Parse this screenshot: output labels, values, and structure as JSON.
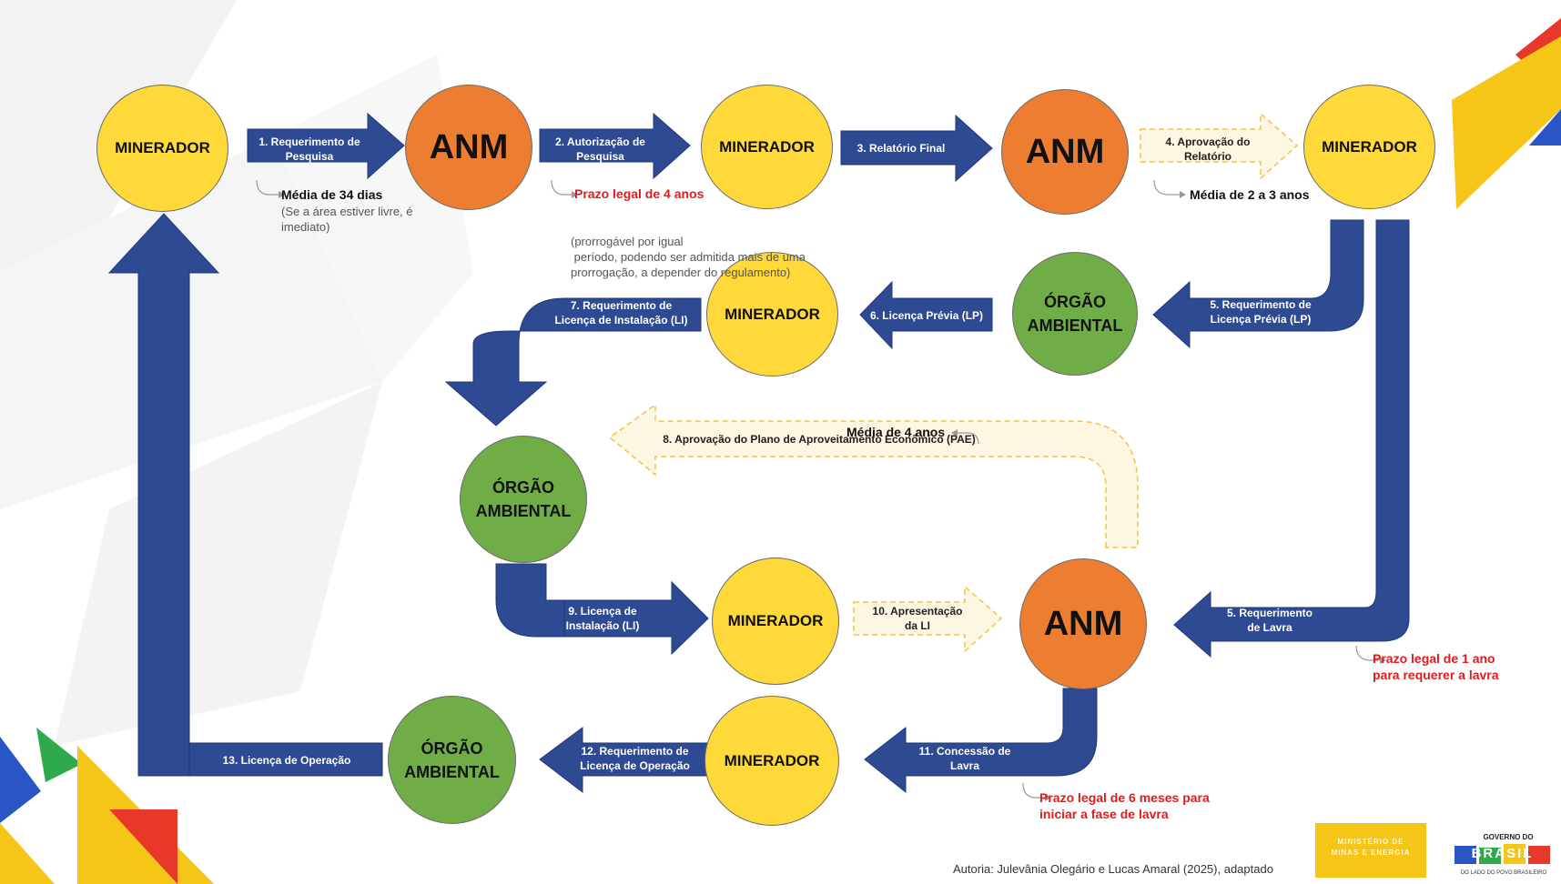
{
  "nodes": {
    "minerador_1": "MINERADOR",
    "anm_1": "ANM",
    "minerador_2": "MINERADOR",
    "anm_2": "ANM",
    "minerador_3": "MINERADOR",
    "orgao_1": [
      "ÓRGÃO",
      "AMBIENTAL"
    ],
    "minerador_4": "MINERADOR",
    "orgao_2": [
      "ÓRGÃO",
      "AMBIENTAL"
    ],
    "minerador_5": "MINERADOR",
    "anm_3": "ANM",
    "orgao_3": [
      "ÓRGÃO",
      "AMBIENTAL"
    ],
    "minerador_6": "MINERADOR"
  },
  "steps": {
    "s1": [
      "1. Requerimento de",
      "Pesquisa"
    ],
    "s2": [
      "2. Autorização de",
      "Pesquisa"
    ],
    "s3": "3. Relatório Final",
    "s4": [
      "4. Aprovação do",
      "Relatório"
    ],
    "s5a": [
      "5. Requerimento de",
      "Licença Prévia (LP)"
    ],
    "s6": "6. Licença Prévia (LP)",
    "s7": [
      "7. Requerimento de",
      "Licença de Instalação (LI)"
    ],
    "s8": "8. Aprovação do Plano de Aproveitamento Econômico (PAE)",
    "s5b": [
      "5. Requerimento",
      "de Lavra"
    ],
    "s9": [
      "9. Licença de",
      "Instalação (LI)"
    ],
    "s10": [
      "10. Apresentação",
      "da LI"
    ],
    "s11": [
      "11. Concessão de",
      "Lavra"
    ],
    "s12": [
      "12. Requerimento de",
      "Licença de Operação"
    ],
    "s13": "13. Licença de Operação"
  },
  "notes": {
    "media_34": "Média de 34 dias",
    "media_34_detail": [
      "(Se a área estiver livre, é",
      "imediato)"
    ],
    "prazo_4": "Prazo legal de 4 anos",
    "prazo_4_detail": [
      "(prorrogável por igual",
      " período, podendo ser admitida mais de uma",
      "prorrogação, a depender do regulamento)"
    ],
    "media_2_3": "Média de 2 a 3 anos",
    "media_4": "Média de 4 anos",
    "prazo_1_ano": [
      "Prazo legal de 1 ano",
      "para requerer a lavra"
    ],
    "prazo_6_meses": [
      "Prazo legal de 6 meses para",
      "iniciar a fase de lavra"
    ]
  },
  "footer": {
    "credit": "Autoria: Julevânia Olegário e Lucas Amaral (2025), adaptado",
    "ministry": [
      "MINISTÉRIO DE",
      "MINAS E ENERGIA"
    ],
    "gov_top": "GOVERNO DO",
    "gov_brasil": "BRASIL",
    "gov_bottom": "DO LADO DO POVO BRASILEIRO"
  },
  "colors": {
    "arrow_blue": "#2e4a93",
    "dashed_fill": "#fdf6e3",
    "dashed_stroke": "#f5c242",
    "yellow": "#ffd83a",
    "orange": "#ed7d31",
    "green": "#70ad47",
    "red_text": "#e11b1b"
  }
}
